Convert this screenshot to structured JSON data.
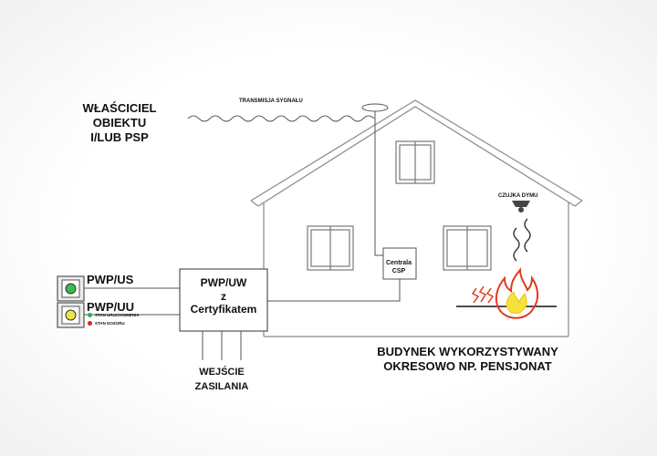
{
  "owner_label": [
    "WŁAŚCICIEL",
    "OBIEKTU",
    "I/LUB PSP"
  ],
  "transmission_label": "TRANSMISJA SYGNAŁU",
  "smoke_detector_label": "CZUJKA DYMU",
  "csp_label": [
    "Centrala",
    "CSP"
  ],
  "pwp_us_label": "PWP/US",
  "pwp_uu_label": "PWP/UU",
  "legend": {
    "triggered": {
      "label": "STAN URUCHOMIENIA",
      "color": "#2bb24c"
    },
    "ready": {
      "label": "STAN DOZORU",
      "color": "#d9271c"
    }
  },
  "pwp_uw_label": [
    "PWP/UW",
    "z",
    "Certyfikatem"
  ],
  "power_input_label": [
    "WEJŚCIE",
    "ZASILANIA"
  ],
  "building_label": [
    "BUDYNEK WYKORZYSTYWANY",
    "OKRESOWO NP. PENSJONAT"
  ],
  "colors": {
    "line": "#555555",
    "house_line": "#8a8a8a",
    "button_green": "#3dbb4a",
    "button_yellow": "#f0e24a",
    "flame_red": "#e23a1f",
    "flame_yellow": "#f4e23a"
  }
}
